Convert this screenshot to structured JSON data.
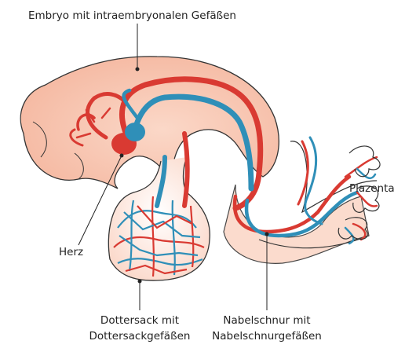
{
  "labels": {
    "embryo": "Embryo mit intraembryonalen Gefäßen",
    "placenta": "Plazenta",
    "heart": "Herz",
    "yolk_sac_line1": "Dottersack mit",
    "yolk_sac_line2": "Dottersackgefäßen",
    "cord_line1": "Nabelschnur mit",
    "cord_line2": "Nabelschnurgefäßen"
  },
  "colors": {
    "artery": "#d93a32",
    "vein": "#2f8fb8",
    "embryo_fill": "#f8c9b6",
    "outline": "#333333"
  }
}
